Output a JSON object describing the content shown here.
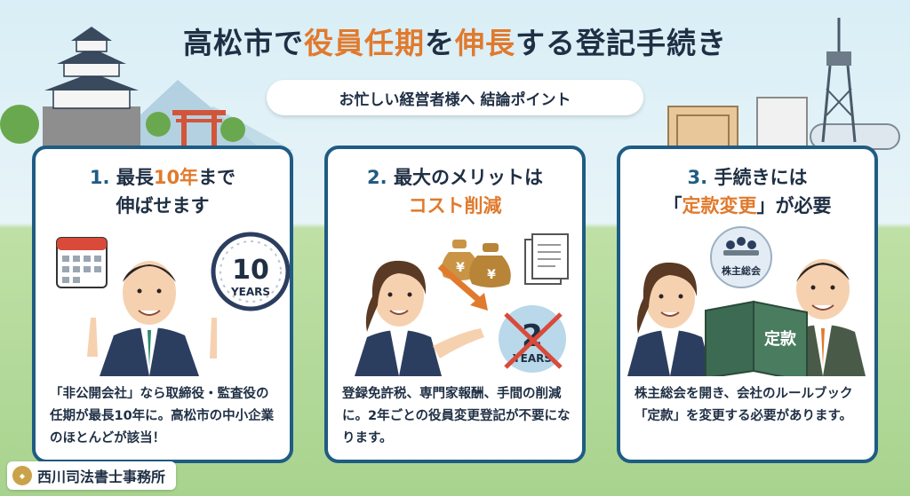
{
  "title": {
    "part1": "高松市で",
    "accent1": "役員任期",
    "part2": "を",
    "accent2": "伸長",
    "part3": "する登記手続き"
  },
  "subtitle": "お忙しい経営者様へ 結論ポイント",
  "cards": [
    {
      "number": "1.",
      "line1_pre": "最長",
      "line1_hl": "10年",
      "line1_post": "まで",
      "line2": "伸ばせます",
      "clock_number": "10",
      "clock_label": "YEARS",
      "body": "「非公開会社」なら取締役・監査役の任期が最長10年に。高松市の中小企業のほとんどが該当！"
    },
    {
      "number": "2.",
      "line1": "最大のメリットは",
      "line2": "コスト削減",
      "coin_symbol": "¥",
      "badge_number": "2",
      "badge_label": "YEARS",
      "body": "登録免許税、専門家報酬、手間の削減に。2年ごとの役員変更登記が不要になります。"
    },
    {
      "number": "3.",
      "line1": "手続きには",
      "line2_pre": "「",
      "line2_hl": "定款変更",
      "line2_post": "」が必要",
      "meeting_label": "株主総会",
      "book_label": "定款",
      "body": "株主総会を開き、会社のルールブック「定款」を変更する必要があります。"
    }
  ],
  "footer": {
    "name": "西川司法書士事務所"
  },
  "colors": {
    "navy": "#1f5c83",
    "orange": "#e07a2d",
    "text": "#1f2f44"
  }
}
